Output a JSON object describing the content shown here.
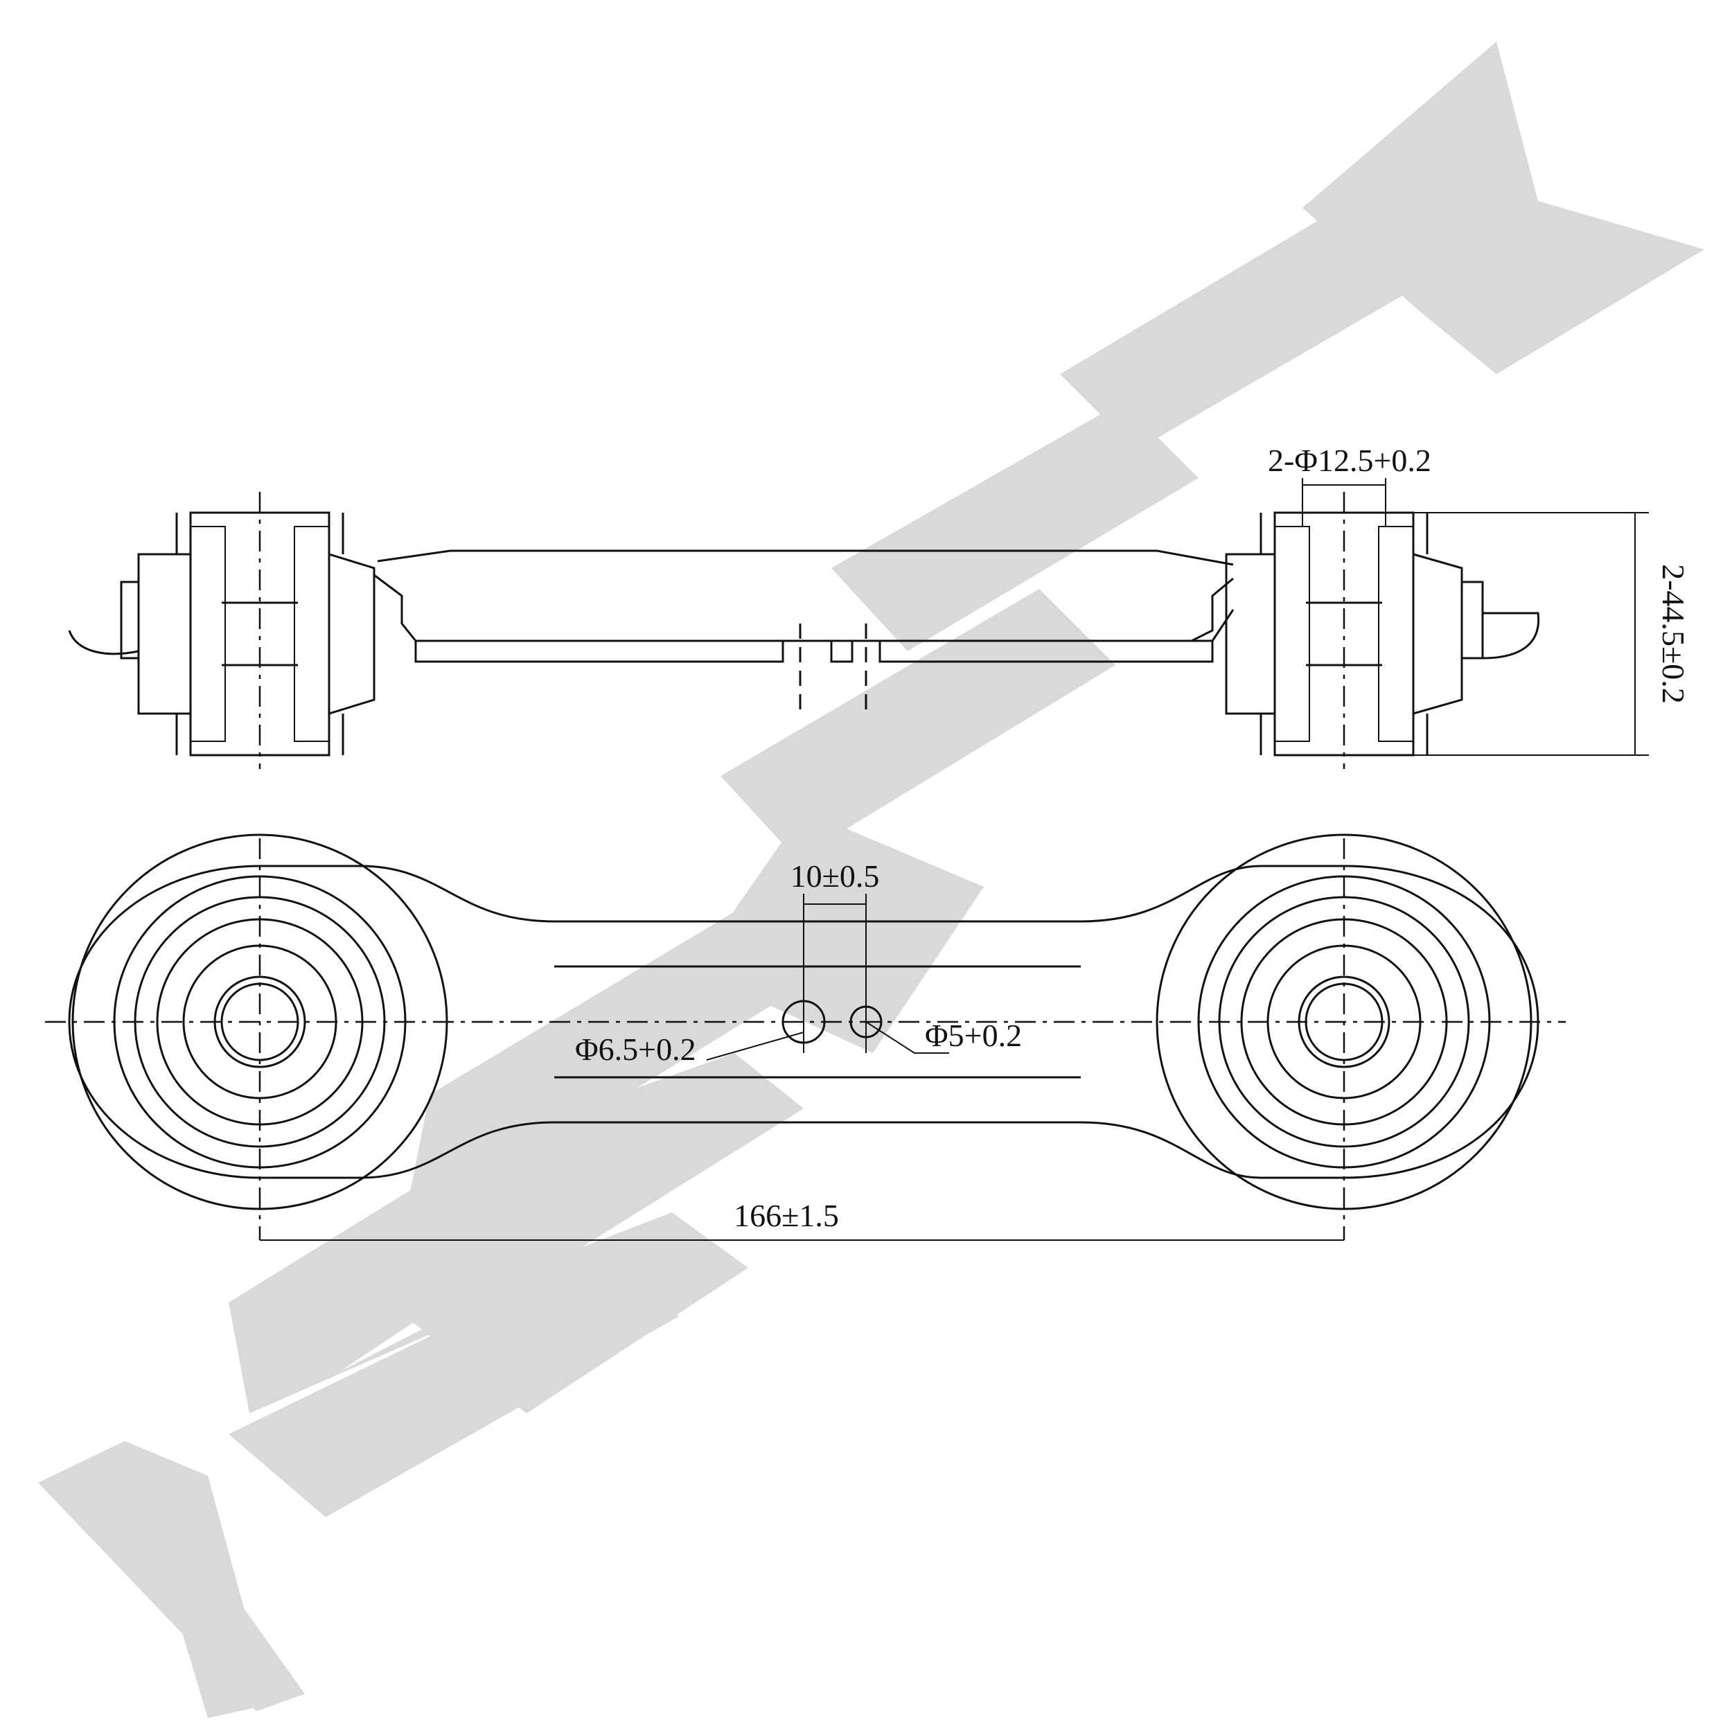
{
  "drawing": {
    "watermark": "ZENINEK",
    "dimensions": {
      "bushing_bore": "2-Φ12.5+0.2",
      "bushing_width": "2-44.5±0.2",
      "hole_spacing": "10±0.5",
      "hole_large": "Φ6.5+0.2",
      "hole_small": "Φ5+0.2",
      "center_distance": "166±1.5"
    },
    "colors": {
      "line": "#111111",
      "watermark": "#d9d9d9"
    }
  }
}
